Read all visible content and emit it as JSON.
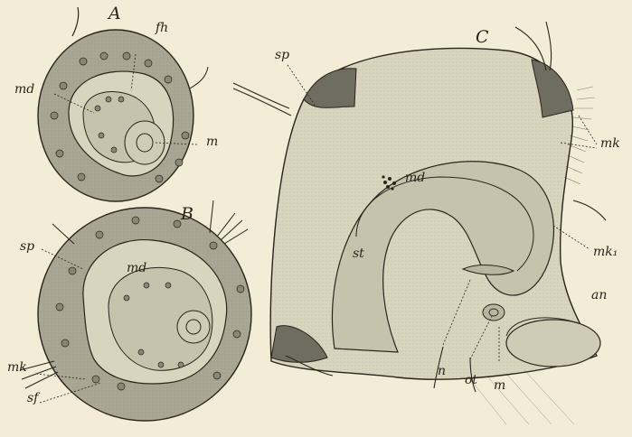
{
  "figure": {
    "panels": {
      "a": "A",
      "b": "B",
      "c": "C"
    },
    "labels": {
      "a_fh": "fh",
      "a_md": "md",
      "a_m": "m",
      "b_sp": "sp",
      "b_md": "md",
      "b_mk": "mk",
      "b_sf": "sf",
      "c_sp": "sp",
      "c_md": "md",
      "c_st": "st",
      "c_mk": "mk",
      "c_mk1": "mk₁",
      "c_an": "an",
      "c_n": "n",
      "c_ot": "ot",
      "c_m": "m"
    },
    "colors": {
      "paper": "#f3ecd6",
      "ectoderm": "#a9a694",
      "mesoderm_light": "#d8d4bd",
      "dark_cap": "#6f6c60",
      "ink": "#2a241a"
    }
  }
}
